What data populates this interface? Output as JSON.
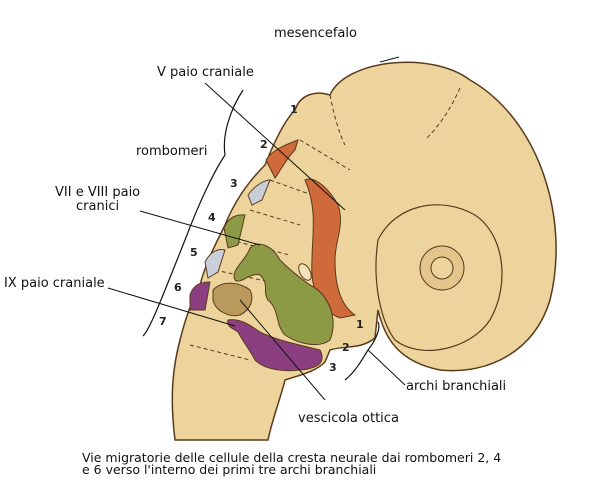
{
  "labels": {
    "mesencefalo": "mesencefalo",
    "v_paio": "V paio craniale",
    "rombomeri": "rombomeri",
    "vii_viii_line1": "VII e VIII paio",
    "vii_viii_line2": "cranici",
    "ix_paio": "IX paio craniale",
    "archi": "archi branchiali",
    "vescicola": "vescicola ottica"
  },
  "rhombomere_numbers": [
    "1",
    "2",
    "3",
    "4",
    "5",
    "6",
    "7"
  ],
  "arch_numbers": [
    "1",
    "2",
    "3"
  ],
  "caption": {
    "line1": "Vie migratorie delle cellule della cresta neurale dai rombomeri 2, 4",
    "line2": "e 6 verso l'interno dei primi tre archi branchiali"
  },
  "colors": {
    "tissue": "#ecd49c",
    "outline": "#5a3a1c",
    "orange": "#cf6a3a",
    "green": "#8c9a46",
    "purple": "#8b3f80",
    "grey": "#c9ced8",
    "otic": "#b99a5c"
  }
}
